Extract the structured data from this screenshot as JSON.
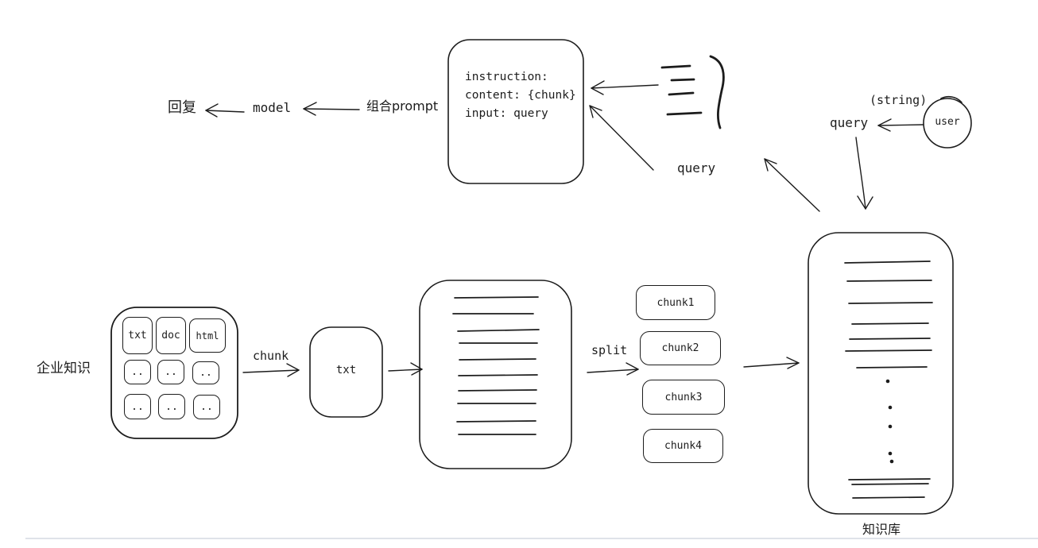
{
  "colors": {
    "stroke": "#1c1c1c",
    "text": "#1c1c1c",
    "divider": "#dfe3e9",
    "background": "#ffffff"
  },
  "response_flow": {
    "reply_label": "回复",
    "model_label": "model",
    "combine_prompt_label": "组合prompt",
    "prompt_box_text": "instruction:\ncontent: {chunk}\ninput: query",
    "query_label": "query"
  },
  "user_flow": {
    "string_annotation": "(string)",
    "query_label": "query",
    "user_label": "user"
  },
  "ingest_flow": {
    "source_label": "企业知识",
    "file_grid": [
      "txt",
      "doc",
      "html",
      "..",
      "..",
      "..",
      "..",
      "..",
      ".."
    ],
    "chunk_arrow_label": "chunk",
    "txt_doc_label": "txt",
    "split_arrow_label": "split",
    "chunks": [
      "chunk1",
      "chunk2",
      "chunk3",
      "chunk4"
    ],
    "knowledge_base_label": "知识库"
  }
}
